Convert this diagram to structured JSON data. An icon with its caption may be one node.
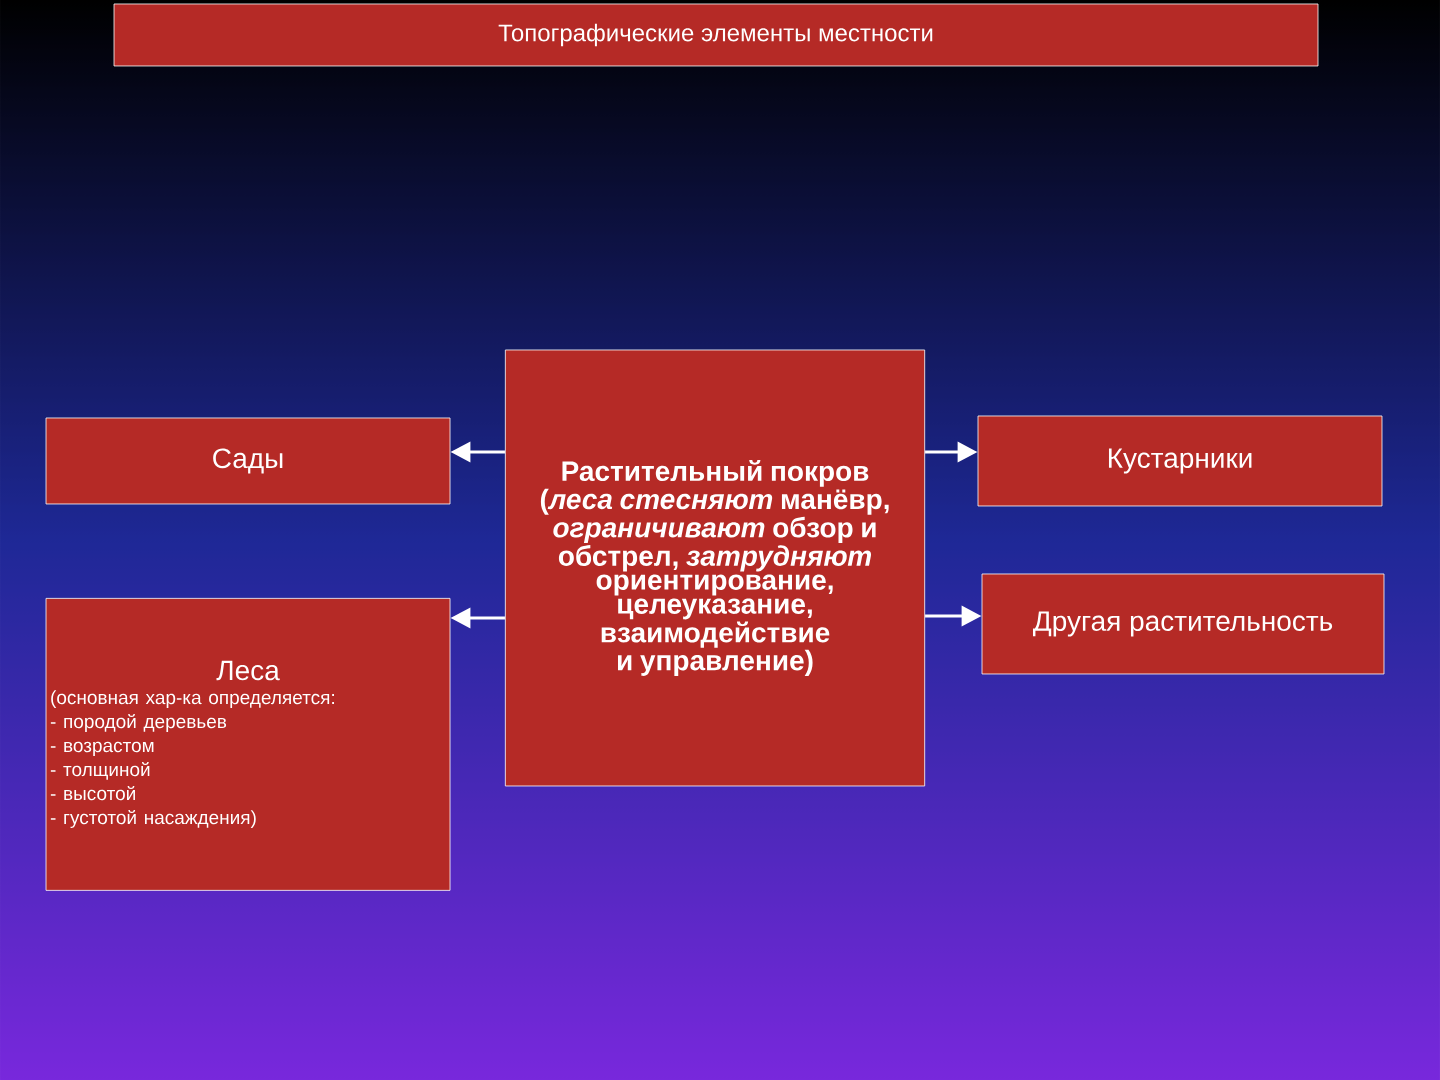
{
  "diagram": {
    "title": "Топографические элементы местности",
    "nodes": [
      {
        "text": [
          "Сады"
        ]
      },
      {
        "text": [
          "Леса",
          "(основная хар-ка определяется:",
          "- породой деревьев",
          "- возрастом",
          "- толщиной",
          "- высотой",
          "- густотой насаждения)"
        ]
      },
      {
        "text": [
          "Растительный покров (*леса стесняют* манёвр, *ограничивают* обзор и обстрел, *затрудняют* ориентирование, целеуказание, взаимодействие и управление)"
        ]
      },
      {
        "text": [
          "Кустарники"
        ]
      },
      {
        "text": [
          "Другая растительность"
        ]
      }
    ],
    "edges": [
      {
        "from": 2,
        "to": 0,
        "arrow": "to"
      },
      {
        "from": 2,
        "to": 1,
        "arrow": "to"
      },
      {
        "from": 2,
        "to": 3,
        "arrow": "to"
      },
      {
        "from": 2,
        "to": 4,
        "arrow": "to"
      }
    ]
  }
}
